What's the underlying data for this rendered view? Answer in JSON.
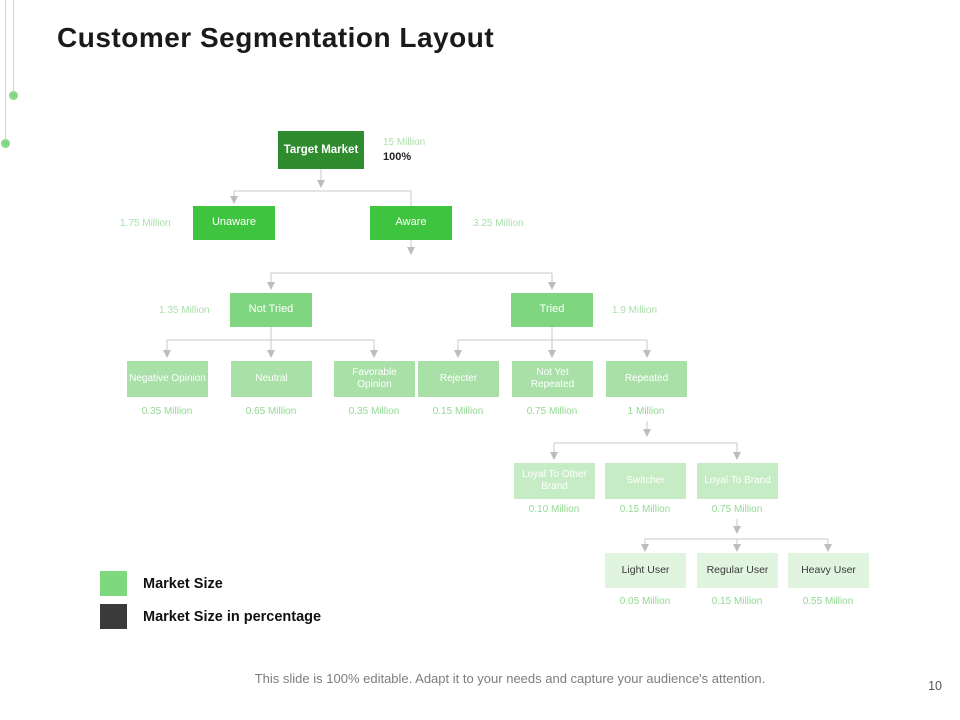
{
  "slide": {
    "title": "Customer Segmentation Layout",
    "footer": "This slide is 100% editable. Adapt it to your needs and capture your audience's attention.",
    "page_number": "10"
  },
  "legend": {
    "items": [
      {
        "label": "Market Size",
        "color": "#7ed87e"
      },
      {
        "label": "Market Size in percentage",
        "color": "#3a3a3a"
      }
    ]
  },
  "colors": {
    "level1": "#2e8b2e",
    "level2": "#3fc43f",
    "level3": "#80d680",
    "level4": "#a8e0a8",
    "level5": "#c6ecc6",
    "level6": "#e0f4e0",
    "value_text": "#93d993",
    "connector": "#c9c9c9"
  },
  "tree": {
    "target_market": {
      "label": "Target Market",
      "size": "15 Million",
      "percent": "100%"
    },
    "unaware": {
      "label": "Unaware",
      "size": "1.75 Million"
    },
    "aware": {
      "label": "Aware",
      "size": "3.25 Million"
    },
    "not_tried": {
      "label": "Not Tried",
      "size": "1.35 Million"
    },
    "tried": {
      "label": "Tried",
      "size": "1.9 Million"
    },
    "negative_opinion": {
      "label": "Negative Opinion",
      "size": "0.35 Million"
    },
    "neutral": {
      "label": "Neutral",
      "size": "0.65 Million"
    },
    "favorable_opinion": {
      "label": "Favorable Opinion",
      "size": "0.35 Million"
    },
    "rejecter": {
      "label": "Rejecter",
      "size": "0.15 Million"
    },
    "not_yet_repeated": {
      "label": "Not Yet Repeated",
      "size": "0.75 Million"
    },
    "repeated": {
      "label": "Repeated",
      "size": "1 Million"
    },
    "loyal_to_other_brand": {
      "label": "Loyal To Other Brand",
      "size": "0.10 Million"
    },
    "switcher": {
      "label": "Switcher",
      "size": "0.15 Million"
    },
    "loyal_to_brand": {
      "label": "Loyal To Brand",
      "size": "0.75 Million"
    },
    "light_user": {
      "label": "Light User",
      "size": "0.05 Million"
    },
    "regular_user": {
      "label": "Regular User",
      "size": "0.15 Million"
    },
    "heavy_user": {
      "label": "Heavy User",
      "size": "0.55 Million"
    }
  }
}
